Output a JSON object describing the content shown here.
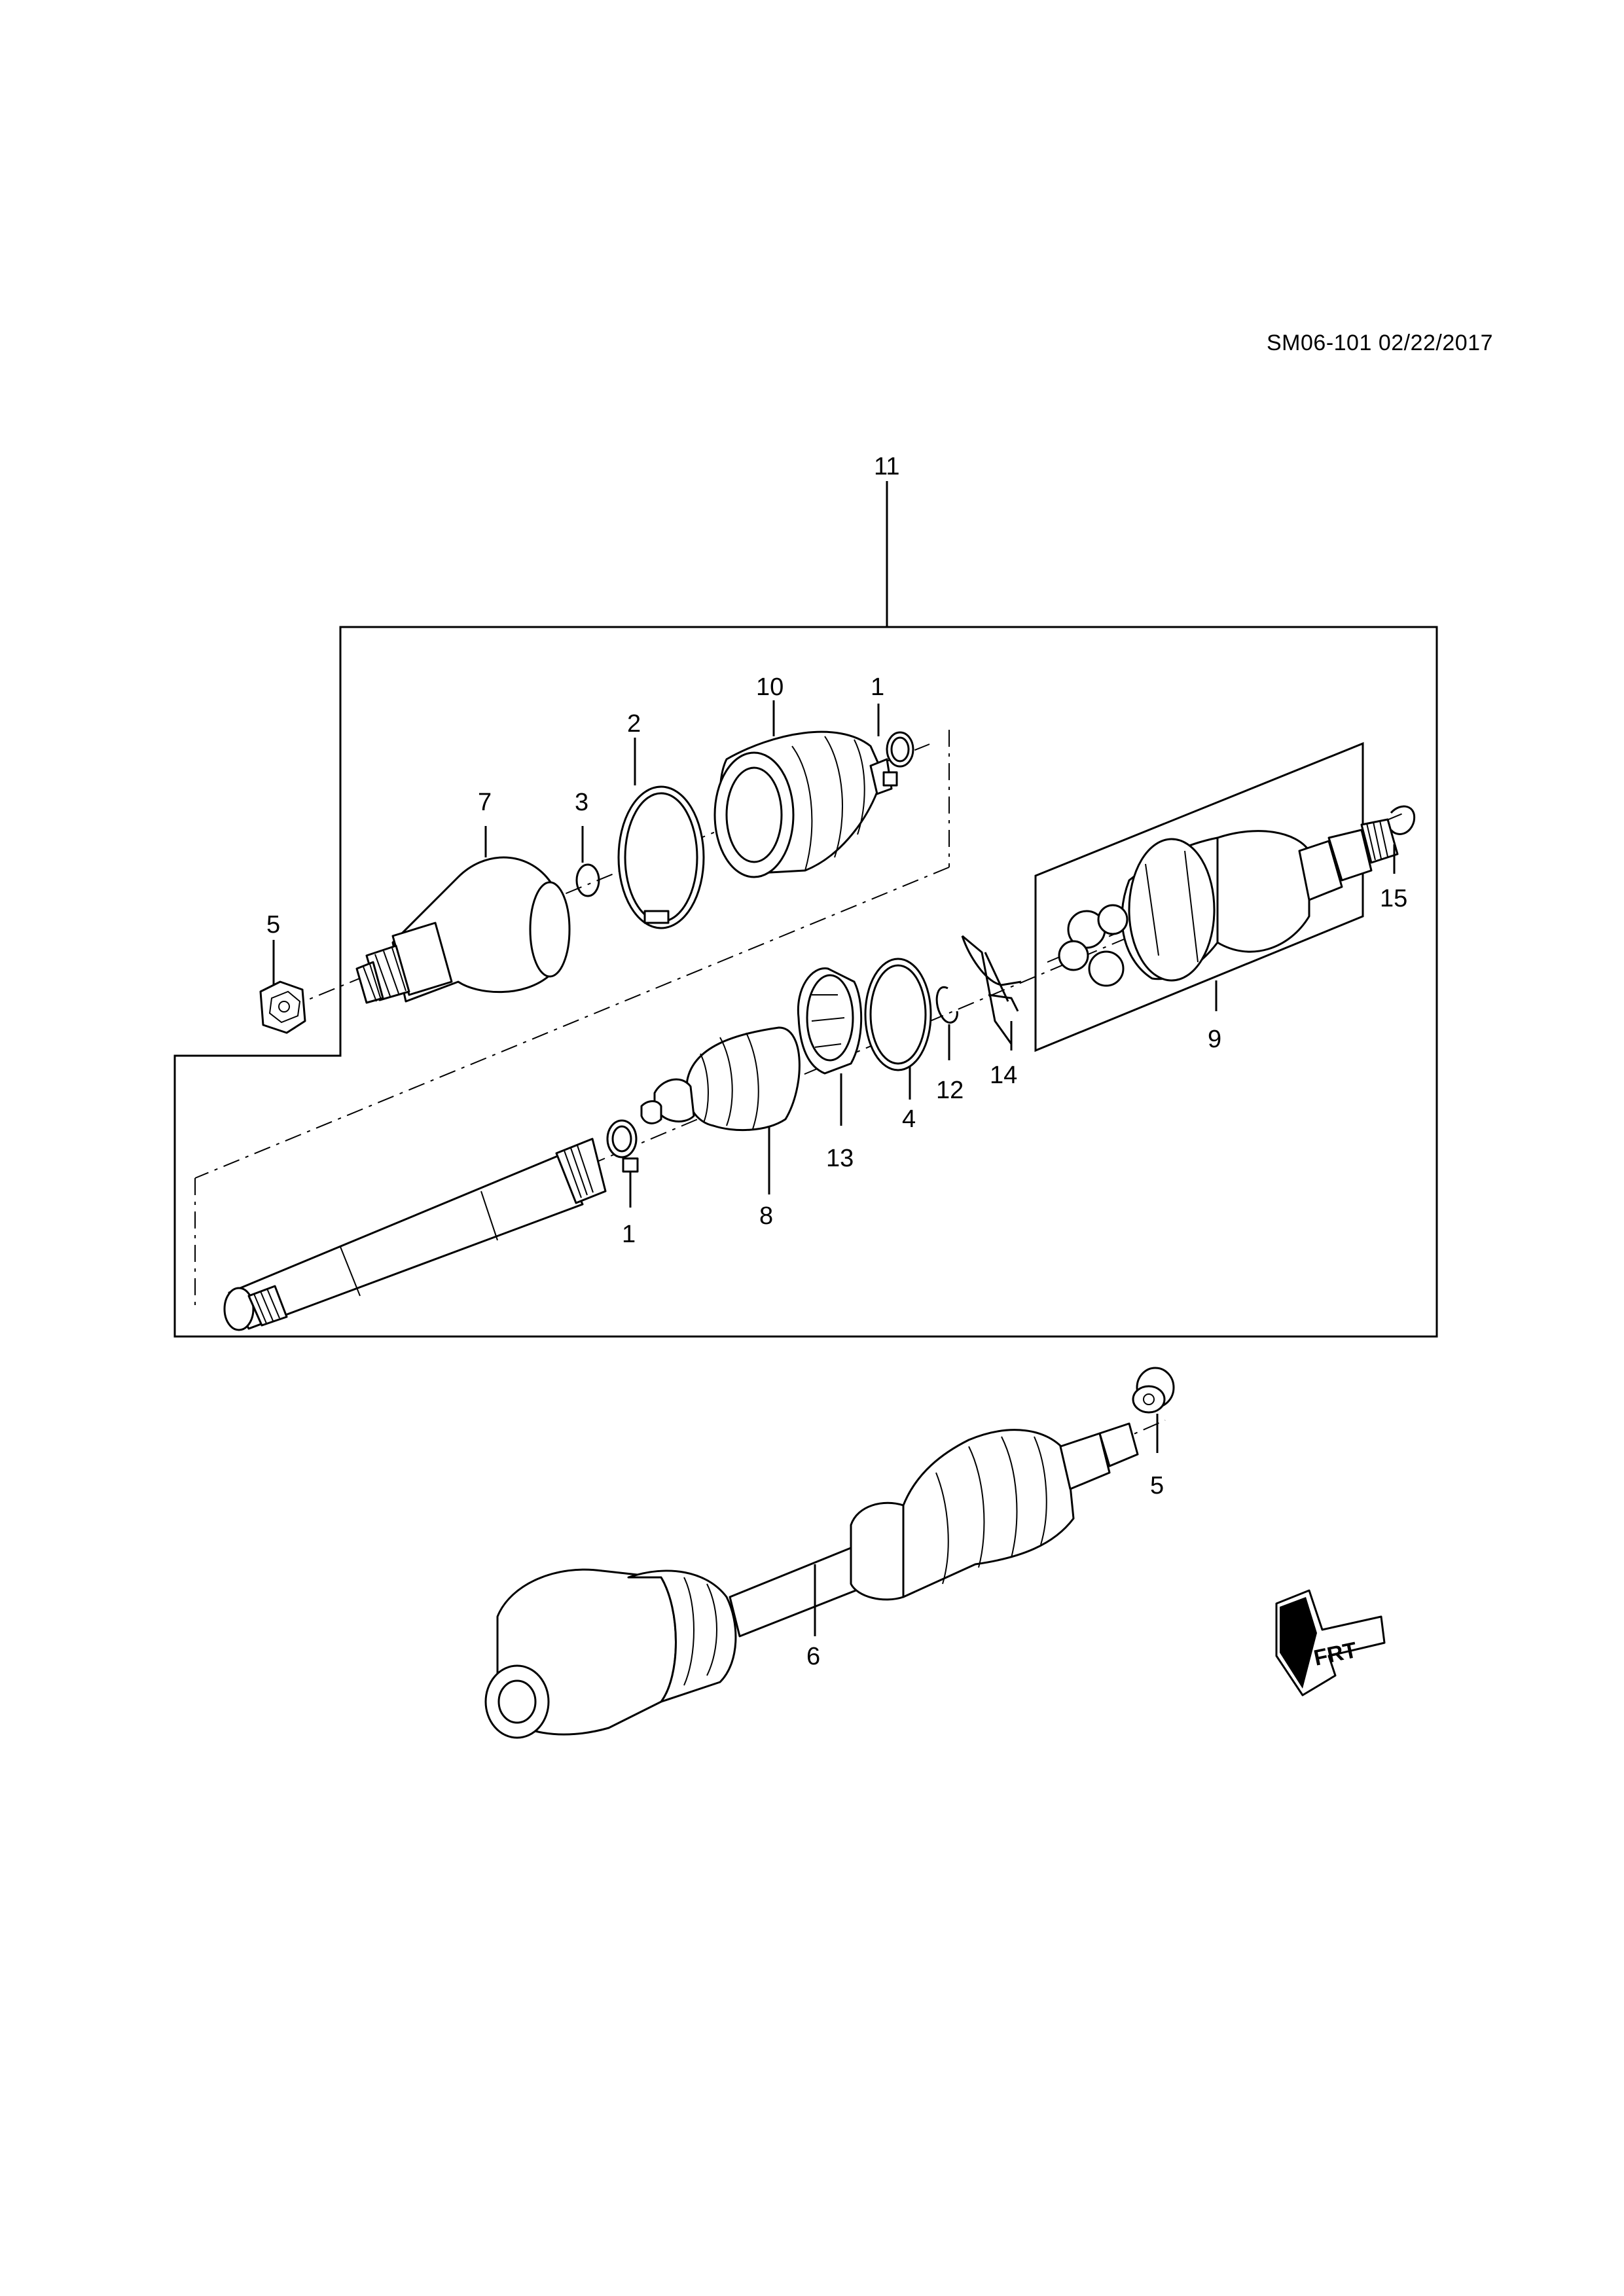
{
  "reference": "SM06-101 02/22/2017",
  "callouts": {
    "c11": "11",
    "c10": "10",
    "c1_top": "1",
    "c2": "2",
    "c7": "7",
    "c3": "3",
    "c5_left": "5",
    "c15": "15",
    "c9": "9",
    "c12": "12",
    "c14": "14",
    "c4": "4",
    "c13": "13",
    "c8": "8",
    "c1_bottom": "1",
    "c5_right": "5",
    "c6": "6"
  },
  "icons": {
    "front_arrow": "front-direction-arrow-icon"
  }
}
